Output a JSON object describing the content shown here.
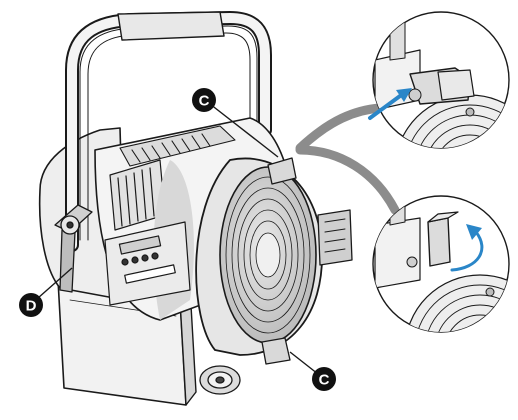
{
  "callouts": {
    "c_top": "C",
    "c_bottom": "C",
    "d_left": "D"
  },
  "colors": {
    "line": "#1a1a1a",
    "body_fill": "#f2f2f2",
    "shade": "#9a9a9a",
    "arrow_blue": "#2a86c8",
    "callout_fill": "#111111",
    "zoom_band": "#8c8c8c"
  },
  "icons": [
    "push-arrow-icon",
    "rotate-arrow-icon"
  ]
}
